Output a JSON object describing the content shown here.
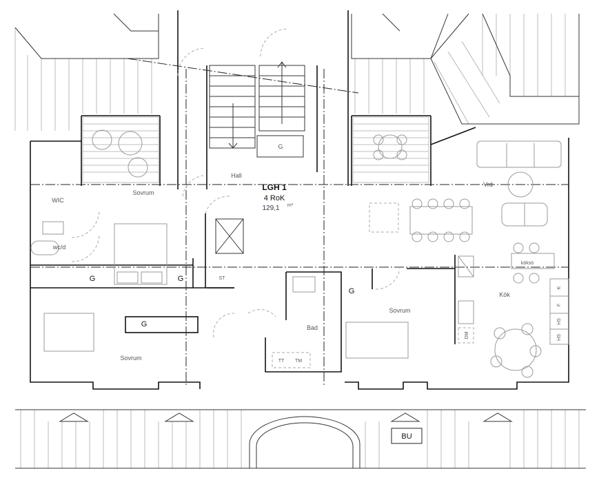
{
  "apartment": {
    "name": "LGH 1",
    "type": "4 RoK",
    "area": "129,1",
    "area_unit": "m²"
  },
  "rooms": {
    "hall": "Hall",
    "sovrum_1": "Sovrum",
    "sovrum_2": "Sovrum",
    "sovrum_3": "Sovrum",
    "wic": "WIC",
    "wcd": "wc/d",
    "bad": "Bad",
    "vrd": "Vrd",
    "kok": "Kök",
    "koksö": "köksö",
    "balcony": "BU"
  },
  "fixtures": {
    "g_stair": "G",
    "g_left1": "G",
    "g_left2": "G",
    "g_mid": "G",
    "g_bath": "G",
    "st": "ST",
    "tt": "TT",
    "tm": "TM",
    "dm": "DM",
    "kitchen_units": [
      "K",
      "F",
      "HS",
      "HS"
    ]
  }
}
